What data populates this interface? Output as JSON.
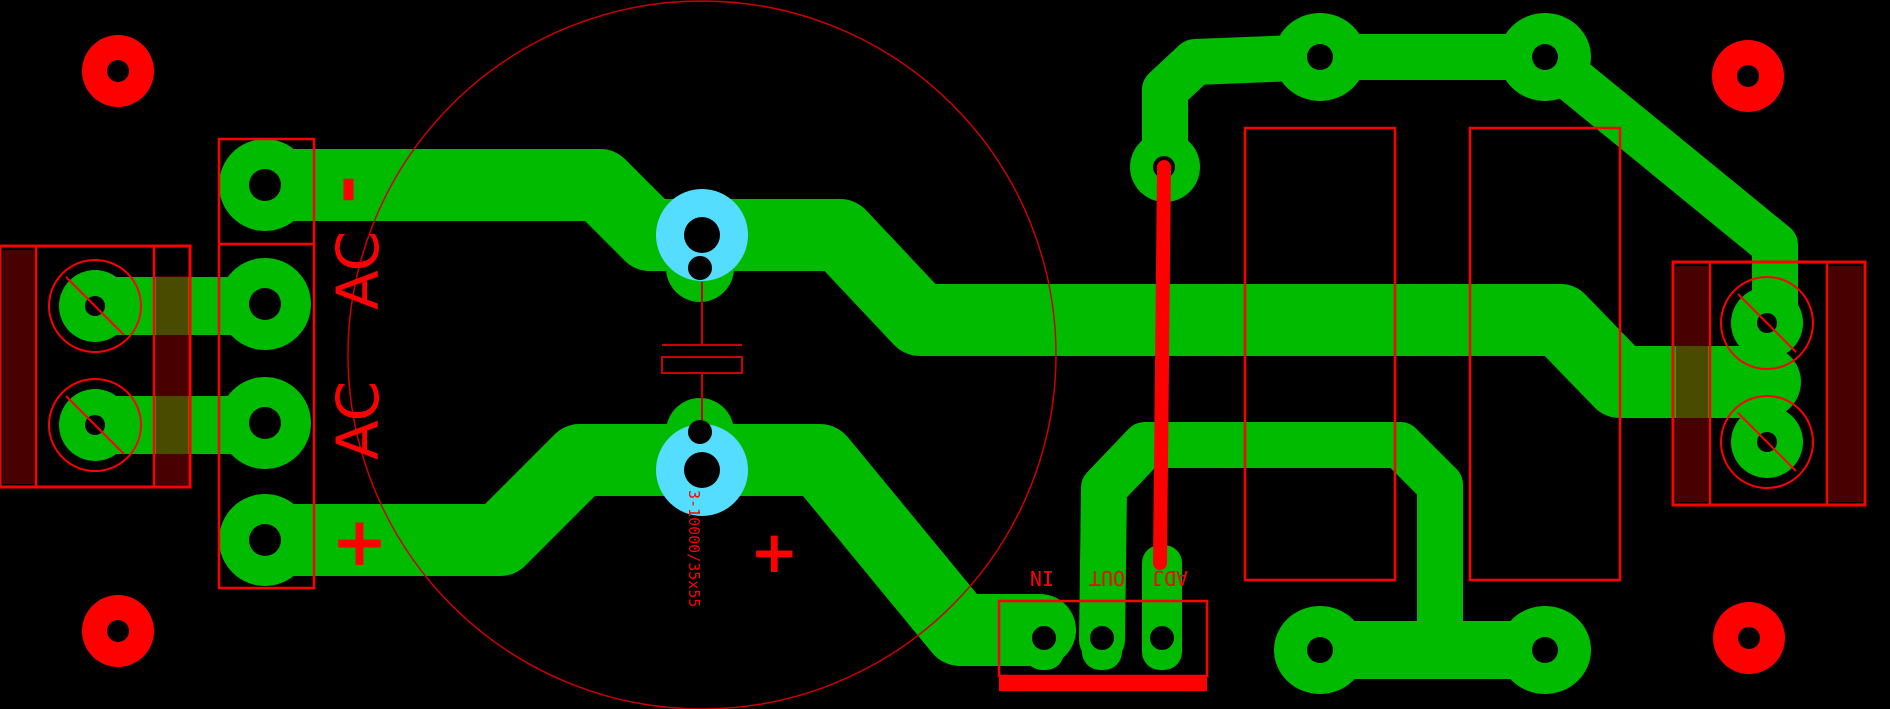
{
  "colors": {
    "background": "#000000",
    "copper": "#00bb00",
    "silkscreen": "#ff0000",
    "via": "#55ddff",
    "drill": "#000000"
  },
  "labels": {
    "minus": "-",
    "ac_top": "AC",
    "ac_bottom": "AC",
    "plus_left": "+",
    "cap_plus": "+",
    "cap_value": "3-10000/35x55",
    "reg_in": "IN",
    "reg_out": "OUT",
    "reg_adj": "ADJ"
  },
  "components": [
    {
      "name": "left-terminal-block",
      "type": "screw-terminal",
      "pins": 2
    },
    {
      "name": "input-connector",
      "type": "header",
      "pins": 4
    },
    {
      "name": "filter-capacitor",
      "type": "electrolytic-capacitor",
      "value": "3-10000/35x55"
    },
    {
      "name": "voltage-regulator",
      "type": "regulator",
      "pins": [
        "IN",
        "OUT",
        "ADJ"
      ]
    },
    {
      "name": "resistor-left",
      "type": "resistor"
    },
    {
      "name": "resistor-right",
      "type": "resistor"
    },
    {
      "name": "right-terminal-block",
      "type": "screw-terminal",
      "pins": 2
    }
  ]
}
